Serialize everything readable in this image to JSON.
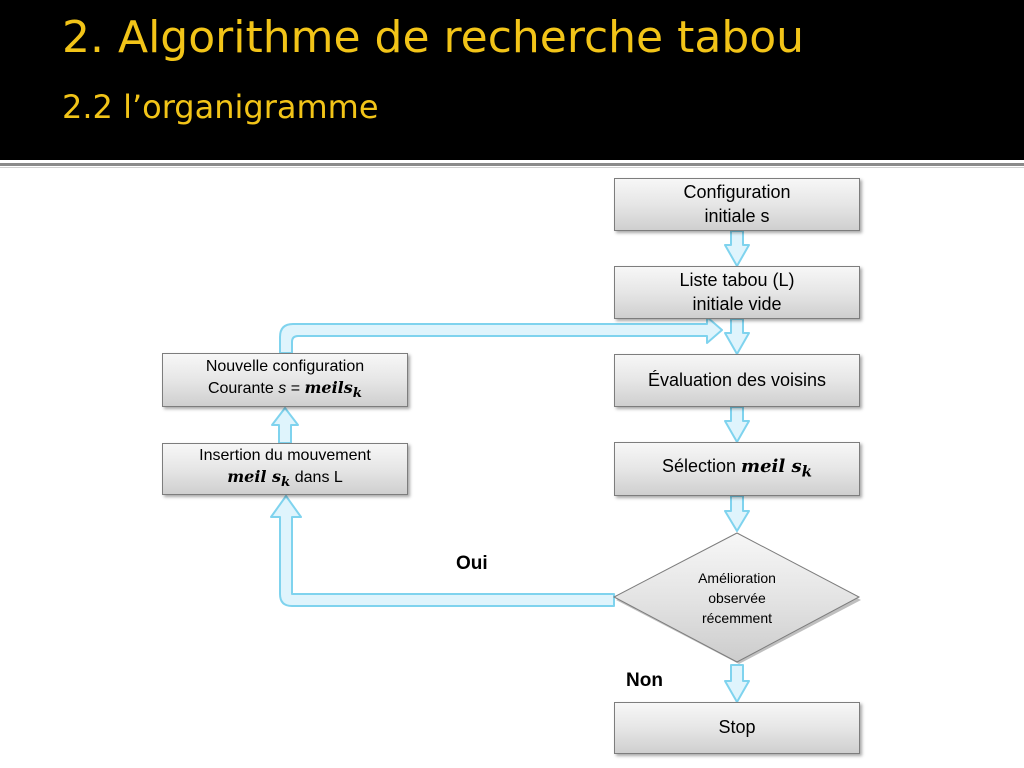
{
  "slide": {
    "title": "2. Algorithme de recherche tabou",
    "subtitle": "2.2 l’organigramme"
  },
  "flowchart": {
    "init_config": {
      "line1": "Configuration",
      "line2": "initiale s"
    },
    "tabu_init": {
      "line1": "Liste tabou (L)",
      "line2": "initiale vide"
    },
    "eval_neighbors": {
      "label": "Évaluation des voisins"
    },
    "select_best": {
      "prefix": "Sélection",
      "math": "meil s",
      "sub": "k"
    },
    "decision": {
      "line1": "Amélioration",
      "line2": "observée",
      "line3": "récemment"
    },
    "stop": {
      "label": "Stop"
    },
    "insert_move": {
      "line1": "Insertion du mouvement",
      "math": "meil s",
      "sub": "k",
      "suffix": "dans L"
    },
    "new_config": {
      "line1": "Nouvelle configuration",
      "prefix": "Courante",
      "var": "s",
      "equals": "=",
      "math": "meils",
      "sub": "k"
    },
    "label_yes": "Oui",
    "label_no": "Non"
  },
  "colors": {
    "header_bg": "#000000",
    "title": "#f2c418",
    "arrow_fill": "#dff4fc",
    "arrow_stroke": "#7fd3ee",
    "box_border": "#7d7d7d"
  }
}
